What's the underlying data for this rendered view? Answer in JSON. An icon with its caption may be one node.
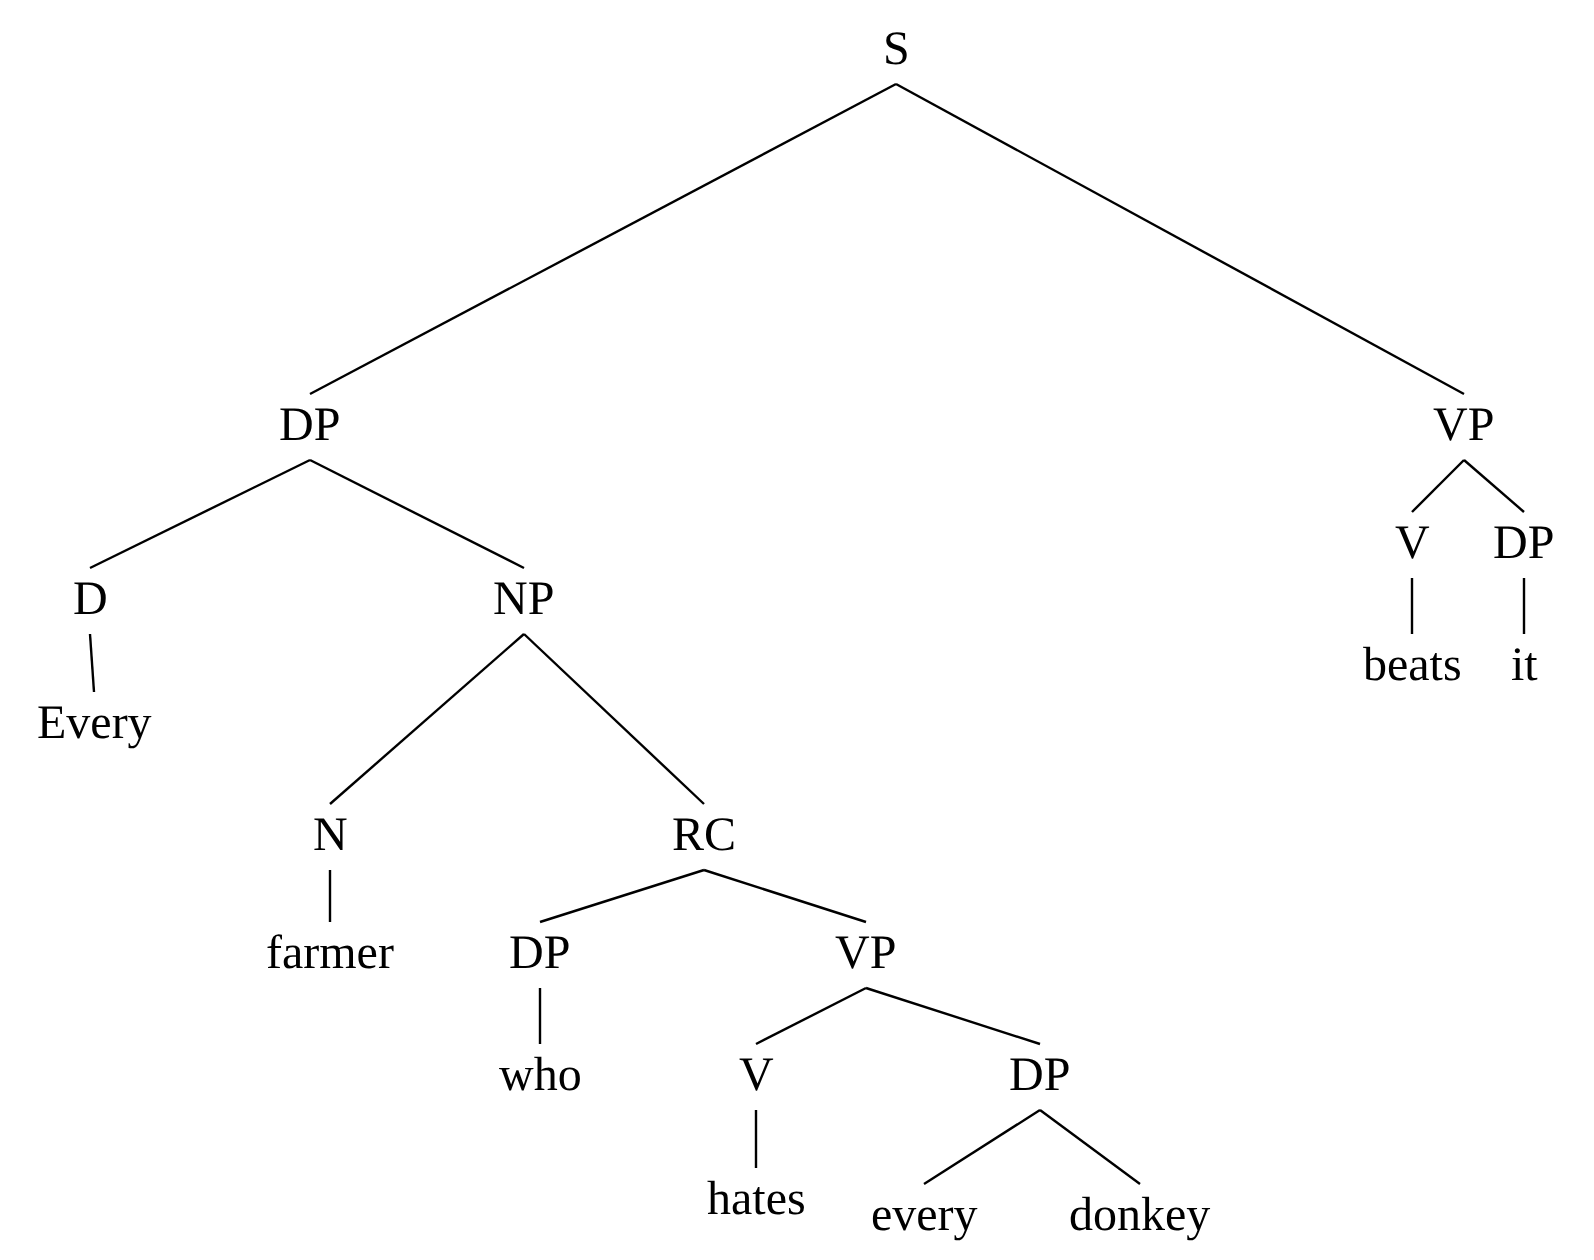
{
  "diagram": {
    "nodes": [
      {
        "text": [
          "S"
        ]
      },
      {
        "text": [
          "DP"
        ]
      },
      {
        "text": [
          "VP"
        ]
      },
      {
        "text": [
          "D"
        ]
      },
      {
        "text": [
          "NP"
        ]
      },
      {
        "text": [
          "V"
        ]
      },
      {
        "text": [
          "DP"
        ]
      },
      {
        "text": [
          "Every"
        ]
      },
      {
        "text": [
          "N"
        ]
      },
      {
        "text": [
          "RC"
        ]
      },
      {
        "text": [
          "beats"
        ]
      },
      {
        "text": [
          "it"
        ]
      },
      {
        "text": [
          "farmer"
        ]
      },
      {
        "text": [
          "DP"
        ]
      },
      {
        "text": [
          "VP"
        ]
      },
      {
        "text": [
          "who"
        ]
      },
      {
        "text": [
          "V"
        ]
      },
      {
        "text": [
          "DP"
        ]
      },
      {
        "text": [
          "hates"
        ]
      },
      {
        "text": [
          "every"
        ]
      },
      {
        "text": [
          "donkey"
        ]
      }
    ],
    "edges": [
      {
        "from": 0,
        "to": 1,
        "arrow": "none"
      },
      {
        "from": 0,
        "to": 2,
        "arrow": "none"
      },
      {
        "from": 1,
        "to": 3,
        "arrow": "none"
      },
      {
        "from": 1,
        "to": 4,
        "arrow": "none"
      },
      {
        "from": 2,
        "to": 5,
        "arrow": "none"
      },
      {
        "from": 2,
        "to": 6,
        "arrow": "none"
      },
      {
        "from": 3,
        "to": 7,
        "arrow": "none"
      },
      {
        "from": 4,
        "to": 8,
        "arrow": "none"
      },
      {
        "from": 4,
        "to": 9,
        "arrow": "none"
      },
      {
        "from": 5,
        "to": 10,
        "arrow": "none"
      },
      {
        "from": 6,
        "to": 11,
        "arrow": "none"
      },
      {
        "from": 8,
        "to": 12,
        "arrow": "none"
      },
      {
        "from": 9,
        "to": 13,
        "arrow": "none"
      },
      {
        "from": 9,
        "to": 14,
        "arrow": "none"
      },
      {
        "from": 13,
        "to": 15,
        "arrow": "none"
      },
      {
        "from": 14,
        "to": 16,
        "arrow": "none"
      },
      {
        "from": 14,
        "to": 17,
        "arrow": "none"
      },
      {
        "from": 16,
        "to": 18,
        "arrow": "none"
      },
      {
        "from": 17,
        "to": 19,
        "arrow": "none"
      },
      {
        "from": 17,
        "to": 20,
        "arrow": "none"
      }
    ]
  }
}
